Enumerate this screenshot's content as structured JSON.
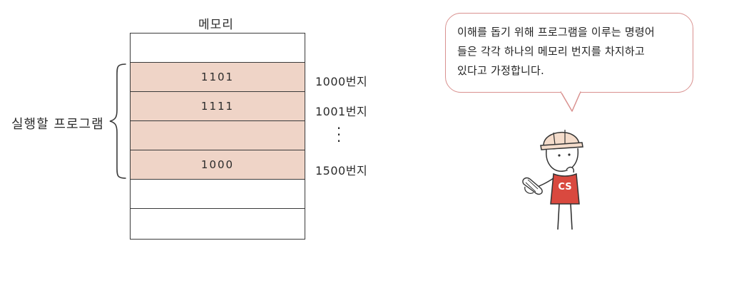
{
  "memory": {
    "title": "메모리",
    "cells": [
      {
        "value": "",
        "program": false
      },
      {
        "value": "1101",
        "program": true
      },
      {
        "value": "1111",
        "program": true
      },
      {
        "value": "",
        "program": true
      },
      {
        "value": "1000",
        "program": true
      },
      {
        "value": "",
        "program": false
      },
      {
        "value": "",
        "program": false
      }
    ]
  },
  "addresses": {
    "first": "1000번지",
    "second": "1001번지",
    "ellipsis": "⋮",
    "last": "1500번지"
  },
  "program_label": "실행할 프로그램",
  "speech_bubble": {
    "text": "이해를 돕기 위해 프로그램을 이루는 명령어들은 각각 하나의 메모리 번지를 차지하고있다고 가정합니다.",
    "lines": [
      "이해를 돕기 위해 프로그램을 이루는 명령어",
      "들은 각각 하나의 메모리 번지를 차지하고",
      "있다고 가정합니다."
    ]
  },
  "character": {
    "shirt_logo": "CS",
    "colors": {
      "helmet": "#f4dccb",
      "shirt": "#d9493f",
      "outline": "#333333"
    }
  },
  "colors": {
    "program_fill": "#efd4c7",
    "bubble_border": "#d9918f"
  }
}
